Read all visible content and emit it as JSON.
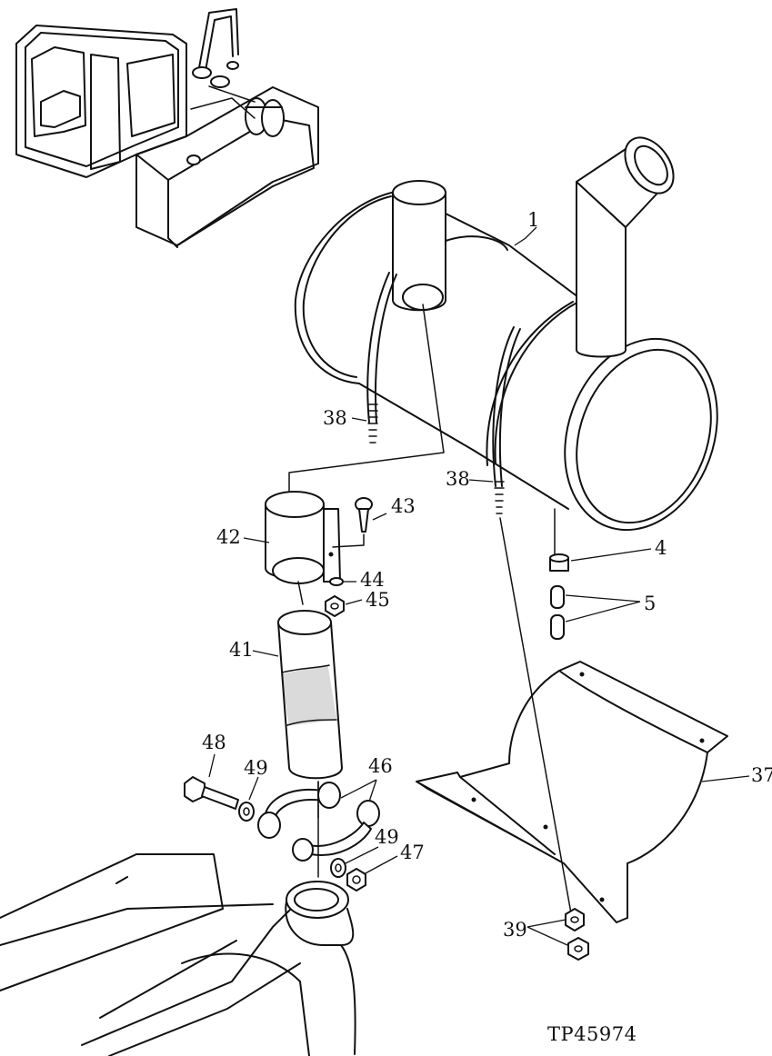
{
  "figure_id": "TP45974",
  "callouts": {
    "c1": "1",
    "c4": "4",
    "c5": "5",
    "c37": "37",
    "c38a": "38",
    "c38b": "38",
    "c39": "39",
    "c41": "41",
    "c42": "42",
    "c43": "43",
    "c44": "44",
    "c45": "45",
    "c46": "46",
    "c47": "47",
    "c48": "48",
    "c49a": "49",
    "c49b": "49"
  }
}
